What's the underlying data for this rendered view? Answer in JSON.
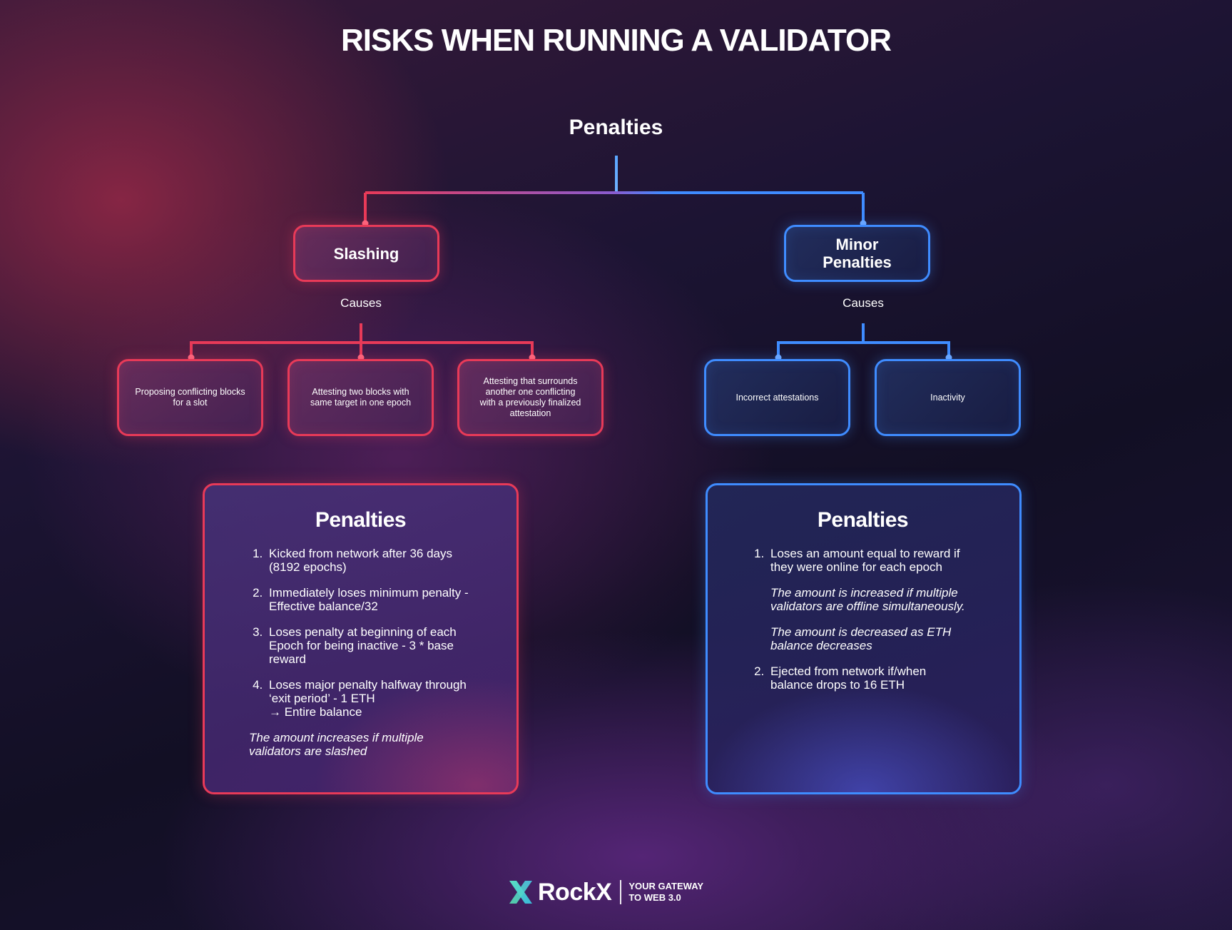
{
  "title": "RISKS WHEN RUNNING A VALIDATOR",
  "root": {
    "label": "Penalties"
  },
  "colors": {
    "slashing_accent": "#e83a58",
    "minor_accent": "#3f8cff",
    "connector_mid": "#8a5cd0"
  },
  "slashing": {
    "label": "Slashing",
    "causes_label": "Causes",
    "causes": [
      "Proposing conflicting blocks for a slot",
      "Attesting two blocks with same target in one epoch",
      "Attesting that surrounds another one conflicting with a previously finalized attestation"
    ],
    "penalties": {
      "title": "Penalties",
      "items": [
        {
          "lines": [
            "Kicked from network after 36 days",
            "(8192 epochs)"
          ]
        },
        {
          "lines": [
            "Immediately loses minimum penalty -",
            "Effective balance/32"
          ]
        },
        {
          "lines": [
            "Loses penalty at beginning of each",
            "Epoch for being inactive - 3 * base",
            "reward"
          ]
        },
        {
          "lines": [
            "Loses major penalty halfway through",
            "‘exit period’ - 1 ETH",
            "→ Entire balance"
          ]
        }
      ],
      "note": "The amount increases if multiple validators are slashed"
    }
  },
  "minor": {
    "label": "Minor Penalties",
    "causes_label": "Causes",
    "causes": [
      "Incorrect attestations",
      "Inactivity"
    ],
    "penalties": {
      "title": "Penalties",
      "item1": "Loses an amount equal to reward if they were online for each epoch",
      "note1": "The amount is increased if multiple validators are offline simultaneously.",
      "note2": "The amount is decreased as ETH balance decreases",
      "item2": "Ejected from network if/when balance  drops to 16 ETH"
    }
  },
  "brand": {
    "logo_icon": "rockx-x-icon",
    "name": "RockX",
    "tagline_line1": "YOUR GATEWAY",
    "tagline_line2": "TO WEB 3.0"
  }
}
